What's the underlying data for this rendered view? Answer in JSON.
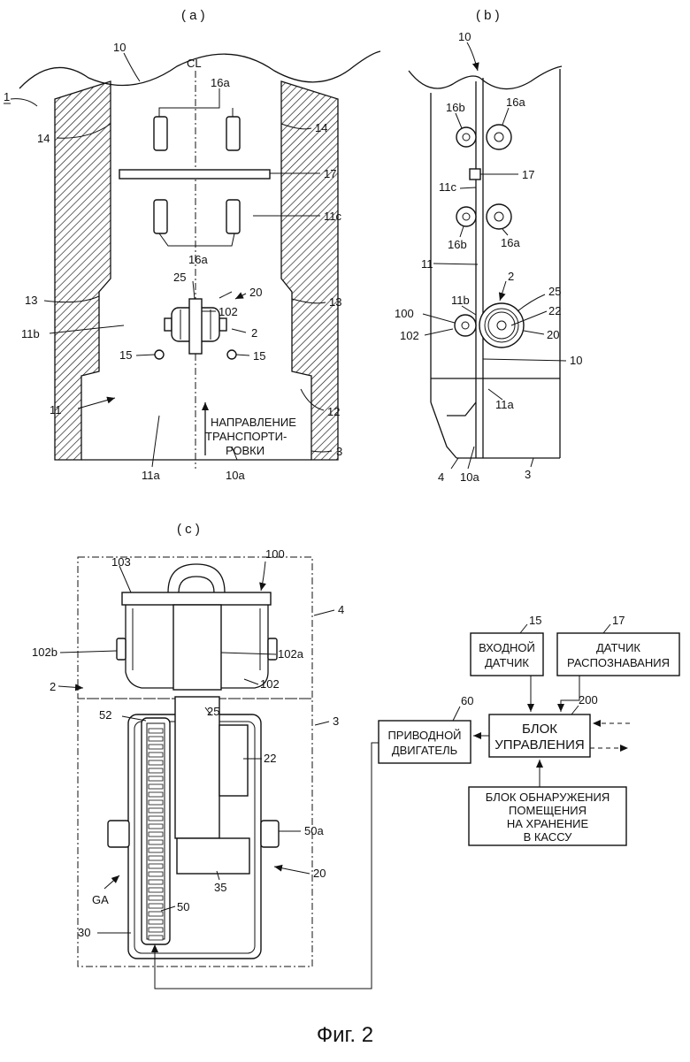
{
  "panels": {
    "a": "( a )",
    "b": "( b )",
    "c": "( c )"
  },
  "labels_a": {
    "n1": "1",
    "n10": "10",
    "cl": "CL",
    "n16a_top": "16a",
    "n14_left": "14",
    "n14_right": "14",
    "n17": "17",
    "n11c": "11c",
    "n16a_bottom": "16a",
    "n25": "25",
    "n20": "20",
    "n13_left": "13",
    "n13_right": "13",
    "n102": "102",
    "n11b": "11b",
    "n2": "2",
    "n15_left": "15",
    "n15_right": "15",
    "n11": "11",
    "n12": "12",
    "dir_line1": "НАПРАВЛЕНИЕ",
    "dir_line2": "ТРАНСПОРТИ-",
    "dir_line3": "РОВКИ",
    "n3": "3",
    "n11a": "11a",
    "n10a": "10a"
  },
  "labels_b": {
    "n10": "10",
    "n16b_top": "16b",
    "n16a_top": "16a",
    "n17": "17",
    "n11c": "11c",
    "n16b_bottom": "16b",
    "n16a_bottom": "16a",
    "n11": "11",
    "n2": "2",
    "n11b": "11b",
    "n25": "25",
    "n100": "100",
    "n22": "22",
    "n102": "102",
    "n20": "20",
    "n10_right": "10",
    "n11a": "11a",
    "n4": "4",
    "n10a": "10a",
    "n3": "3"
  },
  "labels_c": {
    "n100": "100",
    "n103": "103",
    "n4": "4",
    "n102b": "102b",
    "n102a": "102a",
    "n2": "2",
    "n102": "102",
    "n52": "52",
    "n25": "25",
    "n3": "3",
    "n22": "22",
    "n50a": "50a",
    "n35": "35",
    "n20": "20",
    "ga": "GA",
    "n50": "50",
    "n30": "30"
  },
  "block": {
    "n15": "15",
    "n17": "17",
    "n60": "60",
    "n200": "200",
    "entry_sensor_1": "ВХОДНОЙ",
    "entry_sensor_2": "ДАТЧИК",
    "recog_sensor_1": "ДАТЧИК",
    "recog_sensor_2": "РАСПОЗНАВАНИЯ",
    "motor_1": "ПРИВОДНОЙ",
    "motor_2": "ДВИГАТЕЛЬ",
    "control_1": "БЛОК",
    "control_2": "УПРАВЛЕНИЯ",
    "detect_1": "БЛОК ОБНАРУЖЕНИЯ",
    "detect_2": "ПОМЕЩЕНИЯ",
    "detect_3": "НА ХРАНЕНИЕ",
    "detect_4": "В КАССУ"
  },
  "caption": "Фиг. 2"
}
